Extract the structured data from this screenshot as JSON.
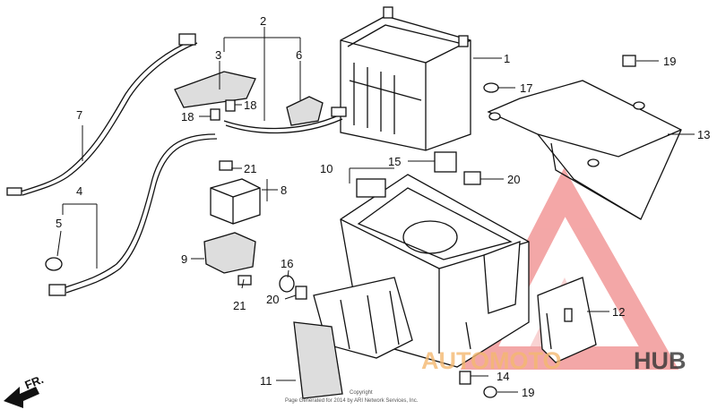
{
  "diagram": {
    "callouts": [
      {
        "id": "1",
        "text": "1"
      },
      {
        "id": "2",
        "text": "2"
      },
      {
        "id": "3",
        "text": "3"
      },
      {
        "id": "4",
        "text": "4"
      },
      {
        "id": "5",
        "text": "5"
      },
      {
        "id": "6",
        "text": "6"
      },
      {
        "id": "7",
        "text": "7"
      },
      {
        "id": "8",
        "text": "8"
      },
      {
        "id": "9",
        "text": "9"
      },
      {
        "id": "10",
        "text": "10"
      },
      {
        "id": "11",
        "text": "11"
      },
      {
        "id": "12",
        "text": "12"
      },
      {
        "id": "13",
        "text": "13"
      },
      {
        "id": "14",
        "text": "14"
      },
      {
        "id": "15",
        "text": "15"
      },
      {
        "id": "16",
        "text": "16"
      },
      {
        "id": "17",
        "text": "17"
      },
      {
        "id": "18a",
        "text": "18"
      },
      {
        "id": "18b",
        "text": "18"
      },
      {
        "id": "19a",
        "text": "19"
      },
      {
        "id": "19b",
        "text": "19"
      },
      {
        "id": "20a",
        "text": "20"
      },
      {
        "id": "20b",
        "text": "20"
      },
      {
        "id": "21a",
        "text": "21"
      },
      {
        "id": "21b",
        "text": "21"
      }
    ],
    "direction_label": "FR.",
    "copyright_line1": "Copyright",
    "copyright_line2": "Page Generated for 2014 by ARI Network Services, Inc."
  },
  "watermark": {
    "part1": "AUTOMOTO",
    "part2": "HUB",
    "color_primary": "#f08a8a",
    "color_secondary": "#f4b870",
    "color_dark": "#333333"
  }
}
